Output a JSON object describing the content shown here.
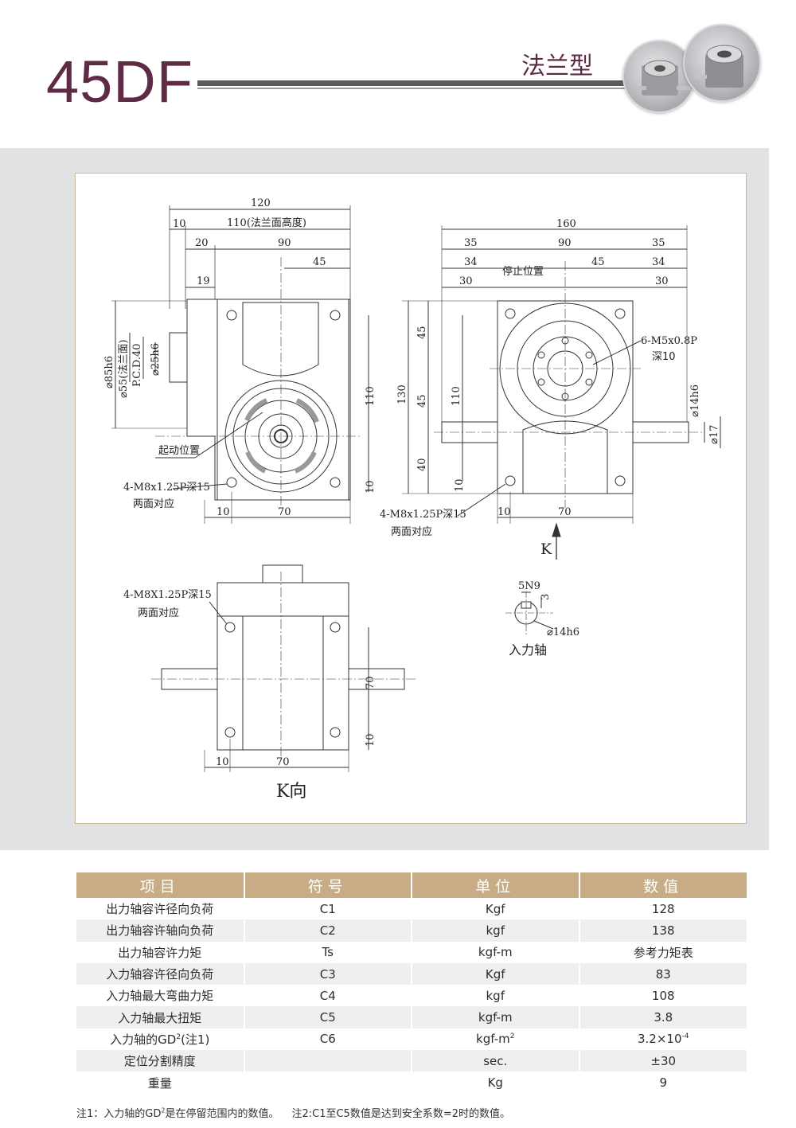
{
  "header": {
    "model": "45DF",
    "type_label": "法兰型"
  },
  "drawing": {
    "front": {
      "dim_120": "120",
      "dim_10": "10",
      "dim_110_flange": "110(法兰面高度)",
      "dim_20": "20",
      "dim_90": "90",
      "dim_45": "45",
      "dim_19": "19",
      "dia_85": "⌀85h6",
      "dia_55": "⌀55(法兰面)",
      "pcd": "P.C.D.40",
      "dia_25": "⌀25h6",
      "dim_110_side": "110",
      "dim_10_side": "10",
      "dim_10_bottom": "10",
      "dim_70_bottom": "70",
      "start_pos": "起动位置",
      "hole_note": "4-M8x1.25P深15",
      "hole_note_2": "两面对应"
    },
    "right": {
      "dim_160": "160",
      "dim_35_l": "35",
      "dim_90": "90",
      "dim_35_r": "35",
      "dim_34_l": "34",
      "dim_45": "45",
      "dim_34_r": "34",
      "dim_30_l": "30",
      "stop_pos": "停止位置",
      "dim_30_r": "30",
      "hole_6m5": "6-M5x0.8P",
      "hole_6m5_2": "深10",
      "dim_130": "130",
      "dim_45_a": "45",
      "dim_45_b": "45",
      "dim_110": "110",
      "dim_40": "40",
      "dim_10": "10",
      "dia_14": "⌀14h6",
      "dia_17": "⌀17",
      "hole_note": "4-M8x1.25P深15",
      "hole_note_2": "两面对应",
      "dim_10_b": "10",
      "dim_70_b": "70",
      "k_arrow": "K"
    },
    "bottom": {
      "hole_note": "4-M8X1.25P深15",
      "hole_note_2": "两面对应",
      "dim_70_v": "70",
      "dim_10_v": "10",
      "dim_10_h": "10",
      "dim_70_h": "70",
      "k_view": "K向"
    },
    "shaft": {
      "key": "5N9",
      "depth": "3",
      "dia": "⌀14h6",
      "label": "入力轴"
    }
  },
  "table": {
    "headers": [
      "项目",
      "符号",
      "单位",
      "数值"
    ],
    "rows": [
      {
        "item": "出力轴容许径向负荷",
        "symbol": "C1",
        "unit": "Kgf",
        "value": "128"
      },
      {
        "item": "出力轴容许轴向负荷",
        "symbol": "C2",
        "unit": "kgf",
        "value": "138"
      },
      {
        "item": "出力轴容许力矩",
        "symbol": "Ts",
        "unit": "kgf-m",
        "value": "参考力矩表"
      },
      {
        "item": "入力轴容许径向负荷",
        "symbol": "C3",
        "unit": "Kgf",
        "value": "83"
      },
      {
        "item": "入力轴最大弯曲力矩",
        "symbol": "C4",
        "unit": "kgf",
        "value": "108"
      },
      {
        "item": "入力轴最大扭矩",
        "symbol": "C5",
        "unit": "kgf-m",
        "value": "3.8"
      },
      {
        "item_pre": "入力轴的GD",
        "item_sup": "2",
        "item_post": "(注1)",
        "symbol": "C6",
        "unit_pre": "kgf-m",
        "unit_sup": "2",
        "value_pre": "3.2×10",
        "value_sup": "-4"
      },
      {
        "item": "定位分割精度",
        "symbol": "",
        "unit": "sec.",
        "value": "±30"
      },
      {
        "item": "重量",
        "symbol": "",
        "unit": "Kg",
        "value": "9"
      }
    ]
  },
  "footnote": {
    "note1_pre": "注1：入力轴的GD",
    "note1_sup": "2",
    "note1_post": "是在停留范围内的数值。",
    "note2": "注2:C1至C5数值是达到安全系数=2时的数值。"
  }
}
